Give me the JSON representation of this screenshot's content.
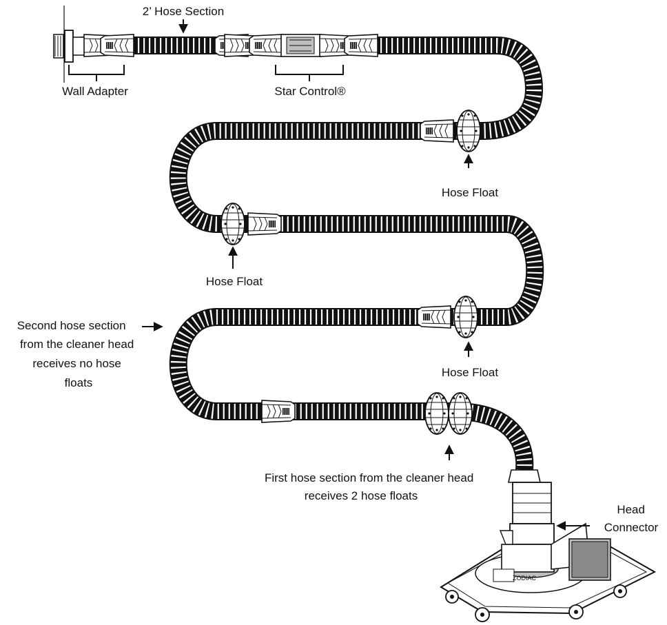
{
  "labels": {
    "hose_section_2ft": "2’ Hose Section",
    "wall_adapter": "Wall Adapter",
    "star_control": "Star Control®",
    "hose_float_1": "Hose Float",
    "hose_float_2": "Hose Float",
    "hose_float_3": "Hose Float",
    "second_section": [
      "Second hose section",
      "from the cleaner head",
      "receives no hose",
      "floats"
    ],
    "first_section": [
      "First hose section from the cleaner head",
      "receives 2 hose floats"
    ],
    "head_connector": [
      "Head",
      "Connector"
    ]
  },
  "colors": {
    "ink": "#111111",
    "paper": "#ffffff",
    "shade": "#bfbfbf",
    "mid": "#8a8a8a"
  },
  "icons": {
    "hose": "corrugated-hose",
    "float": "hose-float",
    "connector": "hose-cuff-connector",
    "cleaner": "pool-cleaner-head"
  }
}
